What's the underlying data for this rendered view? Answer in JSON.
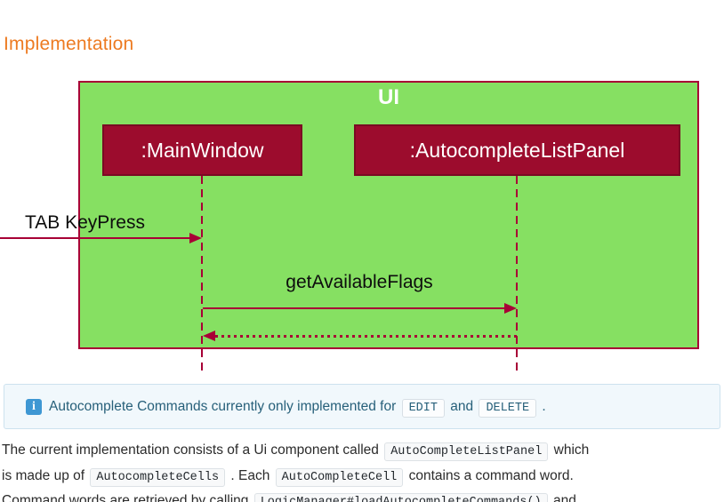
{
  "heading": {
    "text": "Implementation",
    "color": "#ed7b22"
  },
  "diagram": {
    "type": "sequence-diagram",
    "frame": {
      "label": "UI",
      "fill": "#86e062",
      "border_color": "#a80036"
    },
    "participants": [
      {
        "label": ":MainWindow",
        "fill": "#9c0c2d",
        "text_color": "#ffffff"
      },
      {
        "label": ":AutocompleteListPanel",
        "fill": "#9c0c2d",
        "text_color": "#ffffff"
      }
    ],
    "messages": [
      {
        "label": "TAB KeyPress",
        "style": "solid-arrow",
        "from": "external",
        "to": ":MainWindow"
      },
      {
        "label": "getAvailableFlags",
        "style": "solid-arrow",
        "from": ":MainWindow",
        "to": ":AutocompleteListPanel"
      },
      {
        "label": "",
        "style": "dotted-reply-arrow",
        "from": ":AutocompleteListPanel",
        "to": ":MainWindow"
      }
    ],
    "line_color": "#a80036",
    "label_color": "#0d0d0d"
  },
  "info_box": {
    "icon": "info-icon",
    "icon_glyph": "i",
    "icon_color": "#3e97d3",
    "text_color": "#27607a",
    "t1": "Autocomplete Commands currently only implemented for ",
    "code1": "EDIT",
    "t2": " and ",
    "code2": "DELETE",
    "t3": " ."
  },
  "paragraph": {
    "line1": {
      "t1": "The current implementation consists of a Ui component called ",
      "c1": "AutoCompleteListPanel",
      "t2": " which"
    },
    "line2": {
      "t1": "is made up of ",
      "c1": "AutocompleteCells",
      "t2": " . Each ",
      "c2": "AutoCompleteCell",
      "t3": " contains a command word."
    },
    "line3": {
      "t1": "Command words are retrieved by calling ",
      "c1": "LogicManager#loadAutocompleteCommands()",
      "t2": " and"
    }
  }
}
